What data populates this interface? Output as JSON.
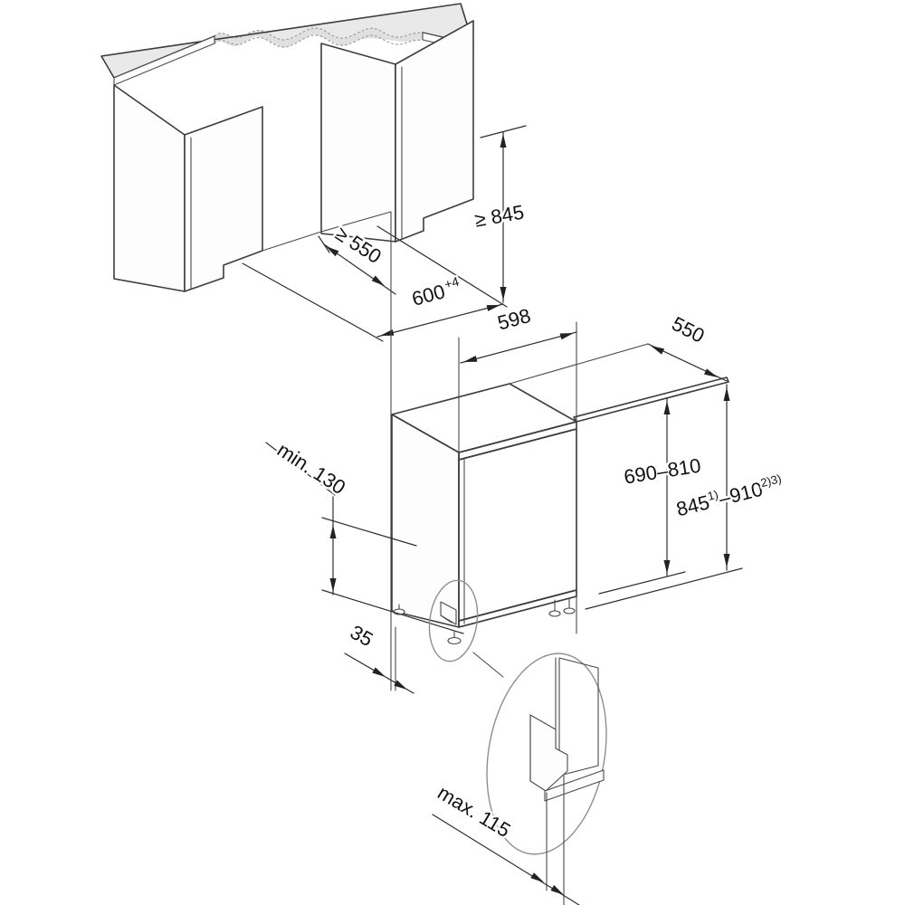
{
  "diagram": {
    "kind": "built-under appliance installation dimension drawing",
    "views": [
      "kitchen niche with worktop and adjacent cabinets",
      "appliance body with worktop line and height dimensions",
      "plinth / toe-kick detail (magnified)"
    ]
  },
  "labels": {
    "niche_depth": "≥ 550",
    "niche_height": "≥ 845",
    "niche_width": "600",
    "niche_width_tol": "+4",
    "appliance_width": "598",
    "appliance_depth": "550",
    "door_panel_height": "690–810",
    "total_height_main": "845",
    "total_height_note1": "1)",
    "total_height_range": "–910",
    "total_height_note2": "2)3)",
    "plinth_clearance_min": "min. 130",
    "rear_offset": "35",
    "plinth_height_max": "max. 115"
  },
  "colors": {
    "line": "#3d3d3d",
    "worktop_surface": "#e9e9e9",
    "break_band": "#e0e0e0",
    "appliance_top": "#ededed",
    "appliance_door": "#e3e3e3",
    "detail_panel": "#d8d8d8",
    "text": "#111111",
    "detail_ellipse": "#8f8f8f"
  }
}
